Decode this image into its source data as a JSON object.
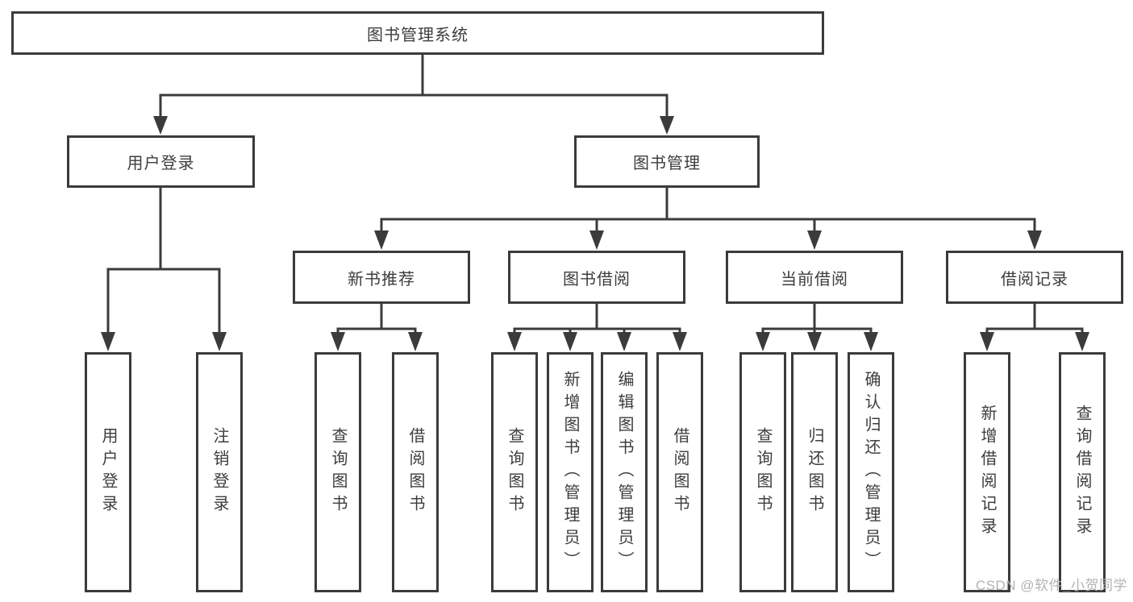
{
  "diagram_title": "图书管理系统",
  "tree": {
    "root": {
      "label": "图书管理系统",
      "children": [
        {
          "label": "用户登录",
          "children": [
            {
              "label": "用户登录"
            },
            {
              "label": "注销登录"
            }
          ]
        },
        {
          "label": "图书管理",
          "children": [
            {
              "label": "新书推荐",
              "children": [
                {
                  "label": "查询图书"
                },
                {
                  "label": "借阅图书"
                }
              ]
            },
            {
              "label": "图书借阅",
              "children": [
                {
                  "label": "查询图书"
                },
                {
                  "label": "新增图书（管理员）"
                },
                {
                  "label": "编辑图书（管理员）"
                },
                {
                  "label": "借阅图书"
                }
              ]
            },
            {
              "label": "当前借阅",
              "children": [
                {
                  "label": "查询图书"
                },
                {
                  "label": "归还图书"
                },
                {
                  "label": "确认归还（管理员）"
                }
              ]
            },
            {
              "label": "借阅记录",
              "children": [
                {
                  "label": "新增借阅记录"
                },
                {
                  "label": "查询借阅记录"
                }
              ]
            }
          ]
        }
      ]
    }
  },
  "watermark": {
    "text": "CSDN @软件_小贺同学"
  },
  "colors": {
    "line": "#3b3b3b",
    "box_border": "#3b3b3b",
    "text": "#3d3d3d",
    "background": "#ffffff",
    "watermark": "#b3b3b3"
  }
}
